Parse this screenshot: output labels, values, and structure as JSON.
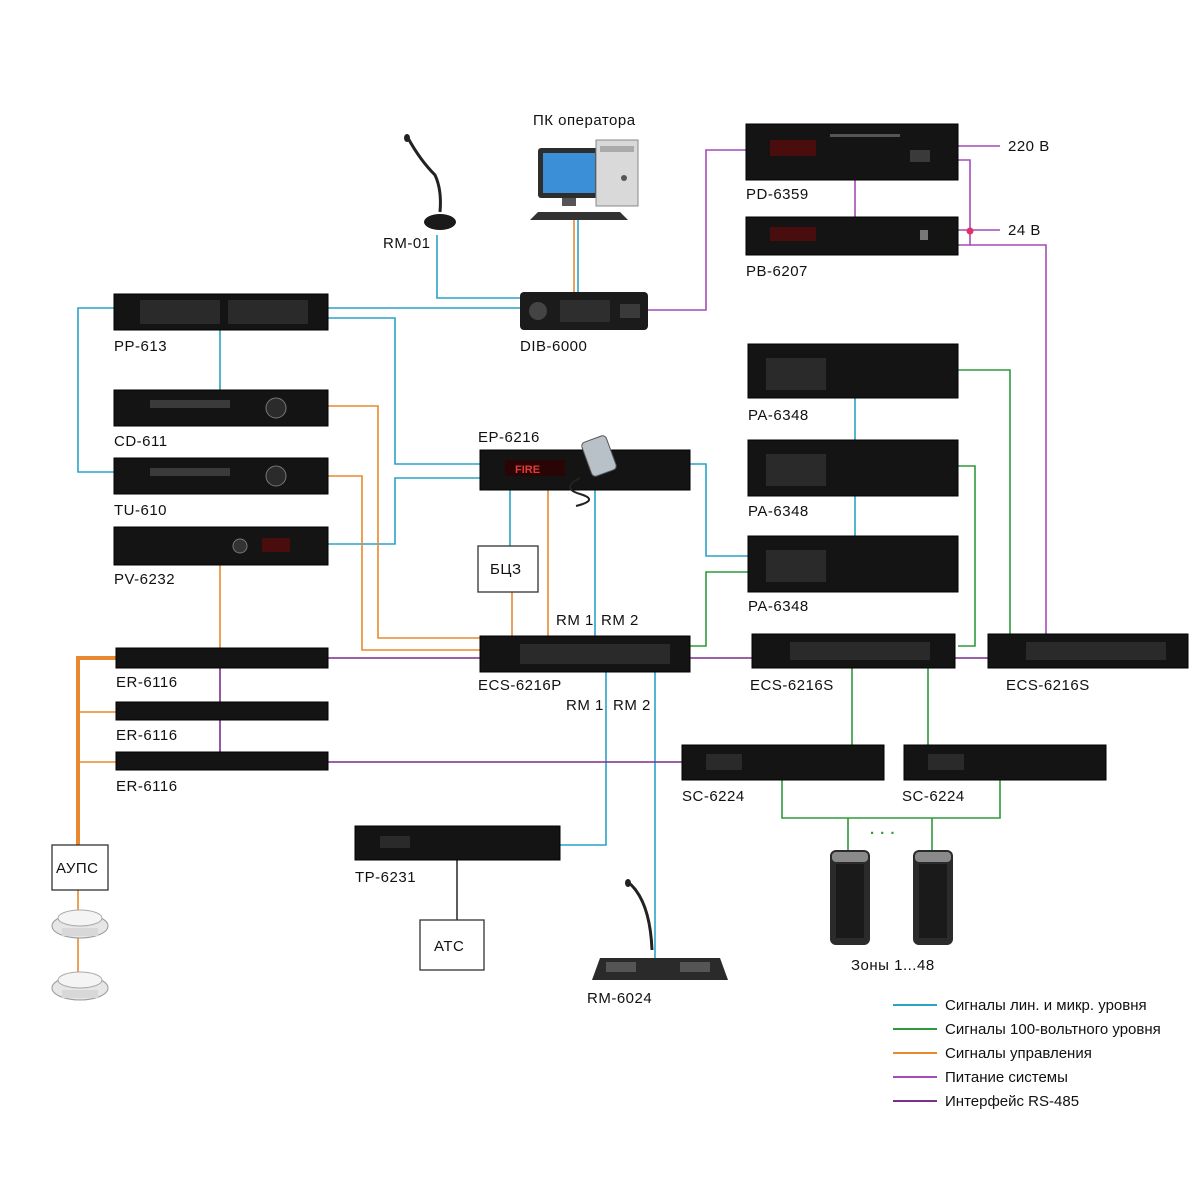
{
  "devices": {
    "pc": "ПК оператора",
    "rm01": "RM-01",
    "dib": "DIB-6000",
    "pd": "PD-6359",
    "pb": "PB-6207",
    "v220": "220 В",
    "v24": "24 В",
    "pp": "PP-613",
    "cd": "CD-611",
    "tu": "TU-610",
    "pv": "PV-6232",
    "ep": "EP-6216",
    "pa1": "PA-6348",
    "pa2": "PA-6348",
    "pa3": "PA-6348",
    "bcz": "БЦЗ",
    "rm1_top": "RM 1",
    "rm2_top": "RM 2",
    "rm1_bot": "RM 1",
    "rm2_bot": "RM 2",
    "ecsp": "ECS-6216P",
    "ecss1": "ECS-6216S",
    "ecss2": "ECS-6216S",
    "er1": "ER-6116",
    "er2": "ER-6116",
    "er3": "ER-6116",
    "sc1": "SC-6224",
    "sc2": "SC-6224",
    "tp": "TP-6231",
    "aups": "АУПС",
    "ats": "АТС",
    "rm6024": "RM-6024",
    "zones": "Зоны 1...48",
    "dots": "· · ·",
    "fire": "FIRE"
  },
  "legend": [
    {
      "label": "Сигналы лин. и микр. уровня",
      "color": "#2aa3c7"
    },
    {
      "label": "Сигналы 100-вольтного уровня",
      "color": "#2f9a3c"
    },
    {
      "label": "Сигналы управления",
      "color": "#e8892f"
    },
    {
      "label": "Питание системы",
      "color": "#a44cb8"
    },
    {
      "label": "Интерфейс RS-485",
      "color": "#7a2f8a"
    }
  ]
}
